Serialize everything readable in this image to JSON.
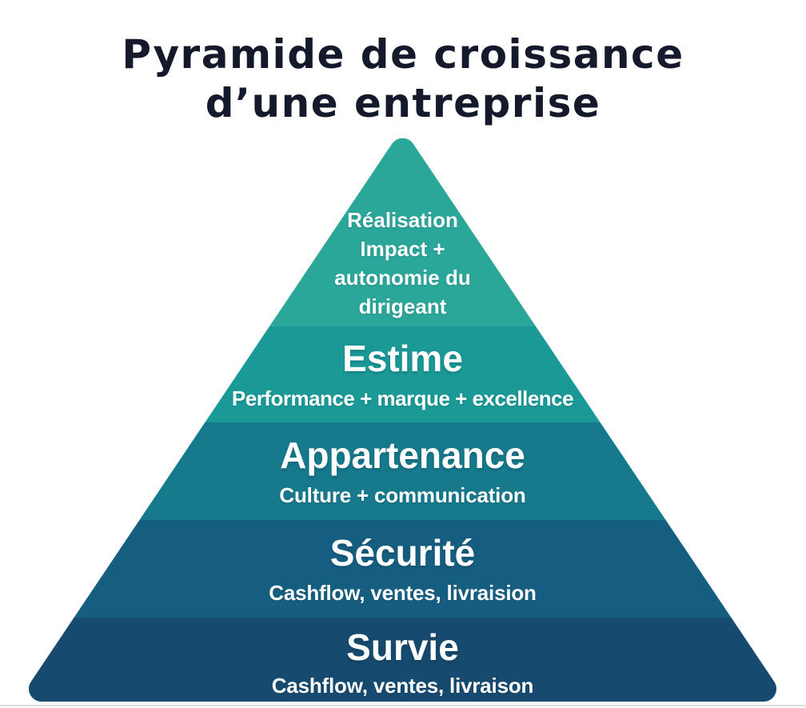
{
  "title": {
    "line1": "Pyramide de croissance",
    "line2": "d’une entreprise",
    "color": "#141A2B"
  },
  "pyramid": {
    "text_color": "#FFFFFF",
    "levels": [
      {
        "name": "Réalisation",
        "subtitle_lines": [
          "Impact +",
          "autonomie du",
          "dirigeant"
        ],
        "color": "#2BA79A"
      },
      {
        "name": "Estime",
        "subtitle": "Performance + marque + excellence",
        "color": "#1A9997"
      },
      {
        "name": "Appartenance",
        "subtitle": "Culture + communication",
        "color": "#16798C"
      },
      {
        "name": "Sécurité",
        "subtitle": "Cashflow, ventes, livraision",
        "color": "#165E81"
      },
      {
        "name": "Survie",
        "subtitle": "Cashflow, ventes, livraison",
        "color": "#164A6F"
      }
    ]
  }
}
